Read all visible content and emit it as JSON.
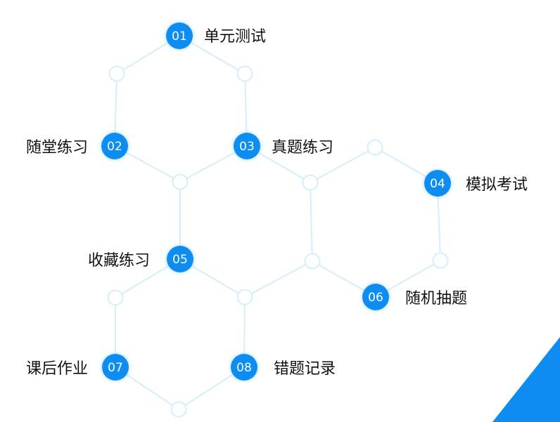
{
  "colors": {
    "node_fill": "#0d8df2",
    "node_shadow": "#8fd1ff",
    "link": "#d4eefc",
    "hollow_fill": "#ffffff",
    "hollow_stroke": "#d4eefc",
    "corner": "#0d8df2"
  },
  "nodes": [
    {
      "id": "01",
      "label": "单元测试"
    },
    {
      "id": "02",
      "label": "随堂练习"
    },
    {
      "id": "03",
      "label": "真题练习"
    },
    {
      "id": "04",
      "label": "模拟考试"
    },
    {
      "id": "05",
      "label": "收藏练习"
    },
    {
      "id": "06",
      "label": "随机抽题"
    },
    {
      "id": "07",
      "label": "课后作业"
    },
    {
      "id": "08",
      "label": "错题记录"
    }
  ]
}
